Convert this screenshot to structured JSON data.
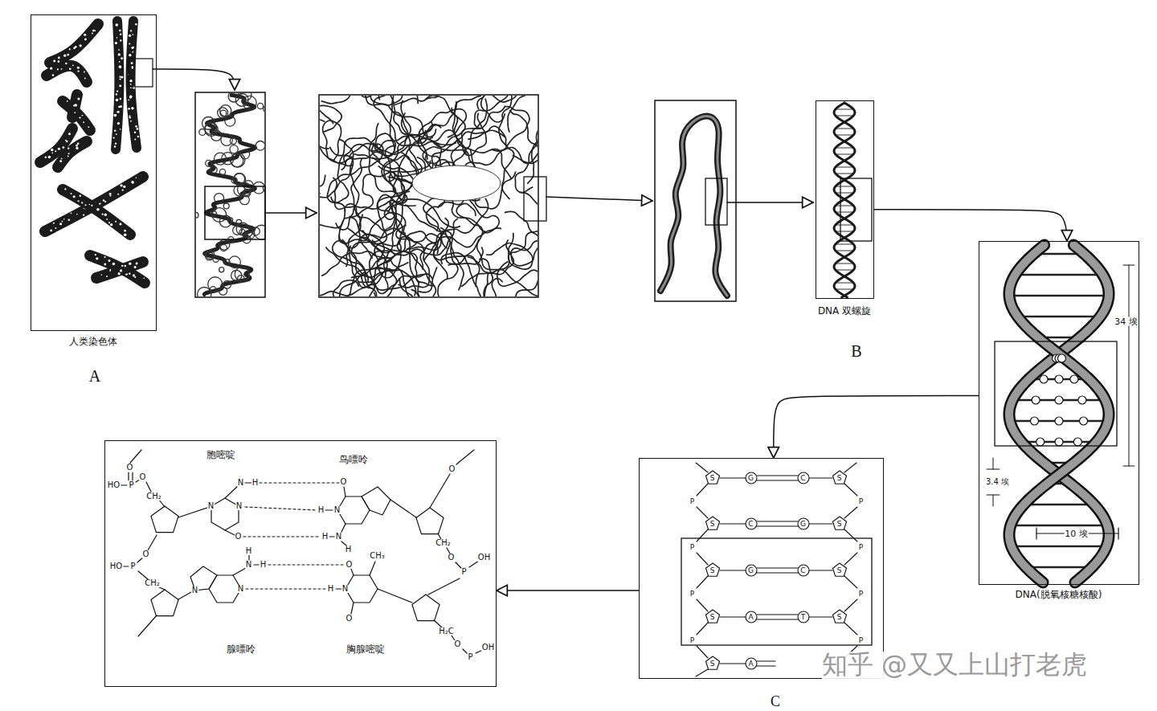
{
  "diagram": {
    "nodes": [
      {
        "text": [
          "人类染色体"
        ]
      },
      {
        "text": [
          "DNA 双螺旋"
        ]
      },
      {
        "text": [
          "34 埃",
          "3.4 埃",
          "10 埃",
          "DNA(脱氧核糖核酸)"
        ]
      },
      {
        "text": [
          "S",
          "G",
          "C",
          "S",
          "P",
          "P",
          "S",
          "C",
          "G",
          "S",
          "P",
          "P",
          "S",
          "G",
          "C",
          "S",
          "P",
          "P",
          "S",
          "A",
          "T",
          "S",
          "P",
          "P",
          "S",
          "A"
        ]
      },
      {
        "text": [
          "胞嘧啶",
          "鸟嘌呤",
          "腺嘌呤",
          "胸腺嘧啶",
          "O",
          "HO",
          "P",
          "O",
          "CH₂",
          "N",
          "H",
          "N",
          "N",
          "O",
          "O",
          "H",
          "N",
          "N",
          "H",
          "H",
          "O",
          "CH₂",
          "O",
          "P",
          "OH",
          "HO",
          "P",
          "O",
          "CH₂",
          "H",
          "N",
          "H",
          "N",
          "N",
          "CH₃",
          "O",
          "H",
          "N",
          "O",
          "H₂C",
          "O",
          "P",
          "OH"
        ]
      }
    ],
    "edges": [
      {
        "from": 1,
        "to": 2,
        "arrow": "to"
      },
      {
        "from": 2,
        "to": 3,
        "arrow": "to"
      },
      {
        "from": 3,
        "to": 4,
        "arrow": "to"
      }
    ],
    "labels": [
      "A",
      "B",
      "C",
      "知乎 @又又上山打老虎"
    ]
  }
}
